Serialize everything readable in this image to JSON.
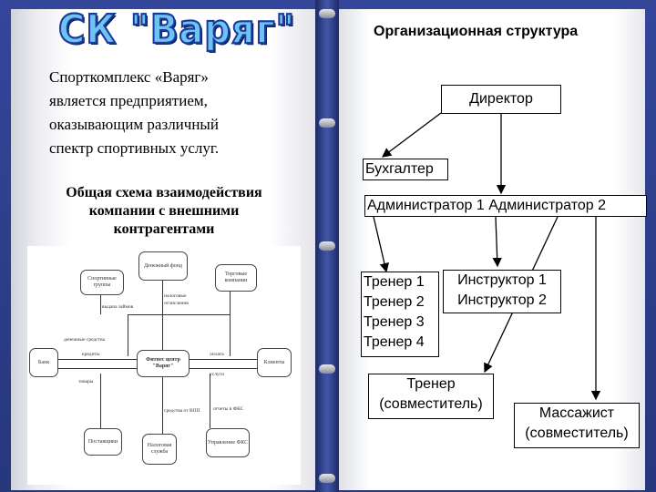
{
  "left": {
    "logo_text": "СК \"Варяг\"",
    "intro_lines": [
      "Спорткомплекс «Варяг»",
      "является предприятием,",
      "оказывающим различный",
      "спектр спортивных услуг."
    ],
    "scheme_title_lines": [
      "Общая схема взаимодействия",
      "компании с внешними",
      "контрагентами"
    ],
    "scheme": {
      "center": "Фитнес центр \"Варяг\"",
      "boxes": {
        "money": "Денежный фонд",
        "sport_shops": "Спортивные группы",
        "trading": "Торговые компании",
        "bank": "Банк",
        "clients": "Клиенты",
        "vendors": "Поставщики",
        "tax": "Налоговая служба",
        "services": "Управление ФКС"
      },
      "labels": {
        "l1": "налоговые",
        "l2": "отчисления",
        "l3": "выдача займов",
        "l4": "денежные средства",
        "l5": "кредиты",
        "l6": "оплата",
        "l7": "услуги",
        "l8": "товары",
        "l9": "отчеты в ФКС",
        "l10": "средства от ВПП"
      }
    }
  },
  "org": {
    "title": "Организационная структура",
    "director": "Директор",
    "accountant": "Бухгалтер",
    "admins": "Администратор 1 Администратор 2",
    "trainers": [
      "Тренер 1",
      "Тренер 2",
      "Тренер 3",
      "Тренер 4"
    ],
    "instructors": [
      "Инструктор 1",
      "Инструктор 2"
    ],
    "part_trainer": [
      "Тренер",
      "(совместитель)"
    ],
    "masseur": [
      "Массажист",
      "(совместитель)"
    ]
  }
}
